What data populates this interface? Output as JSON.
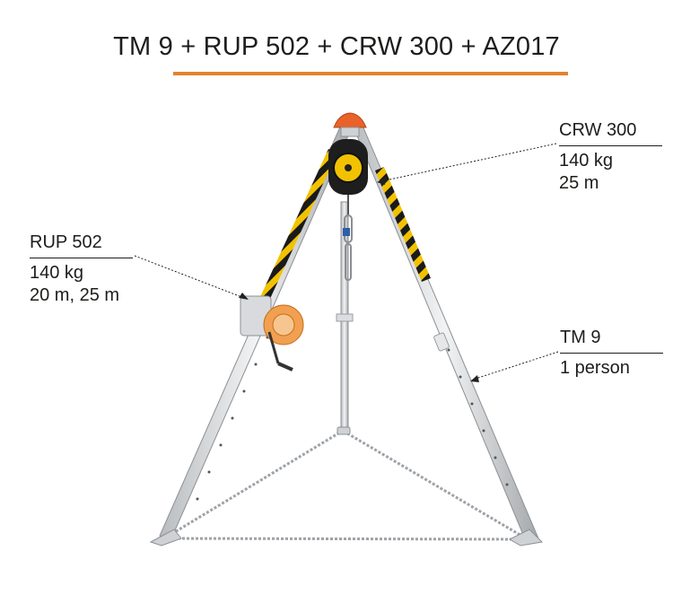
{
  "title": "TM 9 + RUP 502 + CRW 300 + AZ017",
  "colors": {
    "accent": "#e2832b",
    "text": "#1d1d1b"
  },
  "labels": {
    "crw": {
      "name": "CRW 300",
      "specs": [
        "140 kg",
        "25 m"
      ]
    },
    "rup": {
      "name": "RUP 502",
      "specs": [
        "140 kg",
        "20 m, 25 m"
      ]
    },
    "tm": {
      "name": "TM 9",
      "specs": [
        "1 person"
      ]
    }
  }
}
